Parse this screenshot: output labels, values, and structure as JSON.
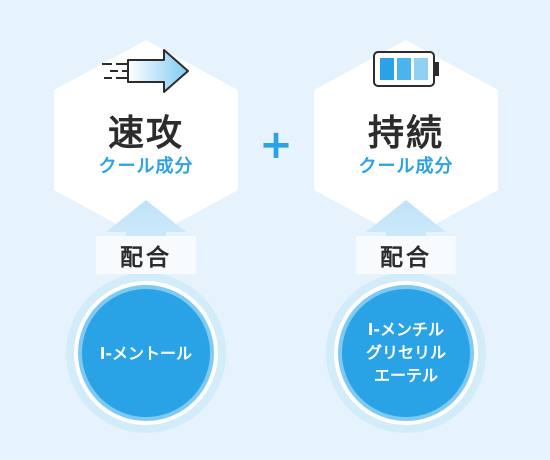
{
  "left_card": {
    "title": "速攻",
    "subtitle": "クール成分",
    "icon": "speed-arrow-icon",
    "mix_label": "配合",
    "ingredient": "l-メントール"
  },
  "right_card": {
    "title": "持続",
    "subtitle": "クール成分",
    "icon": "battery-icon",
    "mix_label": "配合",
    "ingredient_lines": [
      "l-メンチル",
      "グリセリル",
      "エーテル"
    ]
  },
  "plus_sign": "+",
  "colors": {
    "background": "#e6f3fc",
    "accent": "#2aa3e6",
    "title_text": "#2c2c2c",
    "circle_fill": "#2aa3e6",
    "arrow_fill": "#bfe3f8"
  }
}
